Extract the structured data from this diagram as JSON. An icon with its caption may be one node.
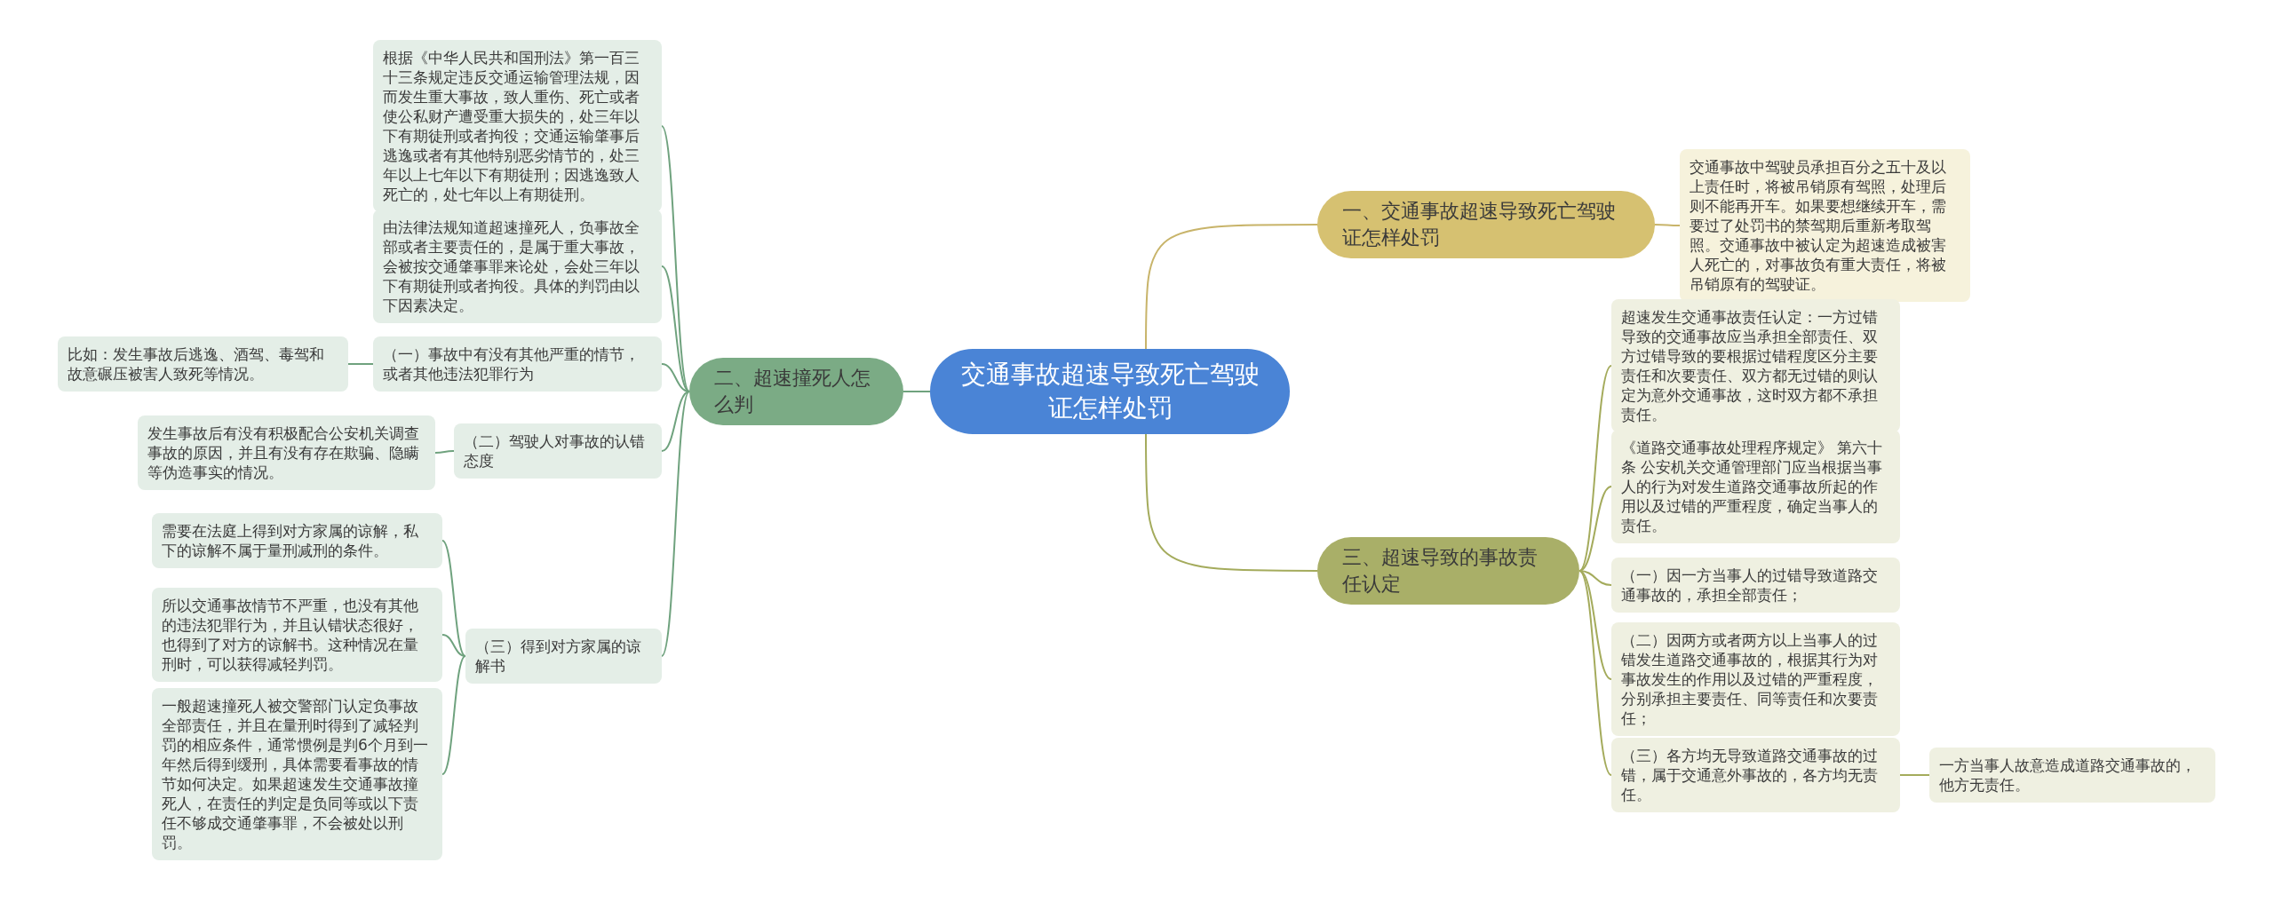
{
  "diagram": {
    "nodes": [
      {
        "text": [
          "交通事故超速导致死亡驾驶证怎样处罚"
        ]
      },
      {
        "text": [
          "一、交通事故超速导致死亡驾驶证怎样处罚"
        ]
      },
      {
        "text": [
          "交通事故中驾驶员承担百分之五十及以上责任时，将被吊销原有驾照，处理后则不能再开车。如果要想继续开车，需要过了处罚书的禁驾期后重新考取驾照。交通事故中被认定为超速造成被害人死亡的，对事故负有重大责任，将被吊销原有的驾驶证。"
        ]
      },
      {
        "text": [
          "二、超速撞死人怎么判"
        ]
      },
      {
        "text": [
          "根据《中华人民共和国刑法》第一百三十三条规定违反交通运输管理法规，因而发生重大事故，致人重伤、死亡或者使公私财产遭受重大损失的，处三年以下有期徒刑或者拘役；交通运输肇事后逃逸或者有其他特别恶劣情节的，处三年以上七年以下有期徒刑；因逃逸致人死亡的，处七年以上有期徒刑。"
        ]
      },
      {
        "text": [
          "由法律法规知道超速撞死人，负事故全部或者主要责任的，是属于重大事故，会被按交通肇事罪来论处，会处三年以下有期徒刑或者拘役。具体的判罚由以下因素决定。"
        ]
      },
      {
        "text": [
          "（一）事故中有没有其他严重的情节，或者其他违法犯罪行为"
        ]
      },
      {
        "text": [
          "比如：发生事故后逃逸、酒驾、毒驾和故意碾压被害人致死等情况。"
        ]
      },
      {
        "text": [
          "（二）驾驶人对事故的认错态度"
        ]
      },
      {
        "text": [
          "发生事故后有没有积极配合公安机关调查事故的原因，并且有没有存在欺骗、隐瞒等伪造事实的情况。"
        ]
      },
      {
        "text": [
          "（三）得到对方家属的谅解书"
        ]
      },
      {
        "text": [
          "需要在法庭上得到对方家属的谅解，私下的谅解不属于量刑减刑的条件。"
        ]
      },
      {
        "text": [
          "所以交通事故情节不严重，也没有其他的违法犯罪行为，并且认错状态很好，也得到了对方的谅解书。这种情况在量刑时，可以获得减轻判罚。"
        ]
      },
      {
        "text": [
          "一般超速撞死人被交警部门认定负事故全部责任，并且在量刑时得到了减轻判罚的相应条件，通常惯例是判6个月到一年然后得到缓刑，具体需要看事故的情节如何决定。如果超速发生交通事故撞死人，在责任的判定是负同等或以下责任不够成交通肇事罪，不会被处以刑罚。"
        ]
      },
      {
        "text": [
          "三、超速导致的事故责任认定"
        ]
      },
      {
        "text": [
          "超速发生交通事故责任认定：一方过错导致的交通事故应当承担全部责任、双方过错导致的要根据过错程度区分主要责任和次要责任、双方都无过错的则认定为意外交通事故，这时双方都不承担责任。"
        ]
      },
      {
        "text": [
          "《道路交通事故处理程序规定》 第六十条 公安机关交通管理部门应当根据当事人的行为对发生道路交通事故所起的作用以及过错的严重程度，确定当事人的责任。"
        ]
      },
      {
        "text": [
          "（一）因一方当事人的过错导致道路交通事故的，承担全部责任；"
        ]
      },
      {
        "text": [
          "（二）因两方或者两方以上当事人的过错发生道路交通事故的，根据其行为对事故发生的作用以及过错的严重程度，分别承担主要责任、同等责任和次要责任；"
        ]
      },
      {
        "text": [
          "（三）各方均无导致道路交通事故的过错，属于交通意外事故的，各方均无责任。"
        ]
      },
      {
        "text": [
          "一方当事人故意造成道路交通事故的，他方无责任。"
        ]
      }
    ],
    "edges": [
      {
        "from": 0,
        "to": 1,
        "arrow": "none",
        "color": "#c8b46a"
      },
      {
        "from": 1,
        "to": 2,
        "arrow": "none",
        "color": "#c8b46a"
      },
      {
        "from": 0,
        "to": 3,
        "arrow": "none"
      },
      {
        "from": 3,
        "to": 4,
        "arrow": "none"
      },
      {
        "from": 3,
        "to": 5,
        "arrow": "none"
      },
      {
        "from": 3,
        "to": 6,
        "arrow": "none"
      },
      {
        "from": 6,
        "to": 7,
        "arrow": "none"
      },
      {
        "from": 3,
        "to": 8,
        "arrow": "none"
      },
      {
        "from": 8,
        "to": 9,
        "arrow": "none"
      },
      {
        "from": 3,
        "to": 10,
        "arrow": "none"
      },
      {
        "from": 10,
        "to": 11,
        "arrow": "none"
      },
      {
        "from": 10,
        "to": 12,
        "arrow": "none"
      },
      {
        "from": 10,
        "to": 13,
        "arrow": "none"
      },
      {
        "from": 0,
        "to": 14,
        "arrow": "none",
        "color": "#a4ab5c"
      },
      {
        "from": 14,
        "to": 15,
        "arrow": "none",
        "color": "#a4ab5c"
      },
      {
        "from": 14,
        "to": 16,
        "arrow": "none",
        "color": "#a4ab5c"
      },
      {
        "from": 14,
        "to": 17,
        "arrow": "none",
        "color": "#a4ab5c"
      },
      {
        "from": 14,
        "to": 18,
        "arrow": "none",
        "color": "#a4ab5c"
      },
      {
        "from": 14,
        "to": 19,
        "arrow": "none",
        "color": "#a4ab5c"
      },
      {
        "from": 19,
        "to": 20,
        "arrow": "none",
        "color": "#a4ab5c"
      }
    ]
  }
}
